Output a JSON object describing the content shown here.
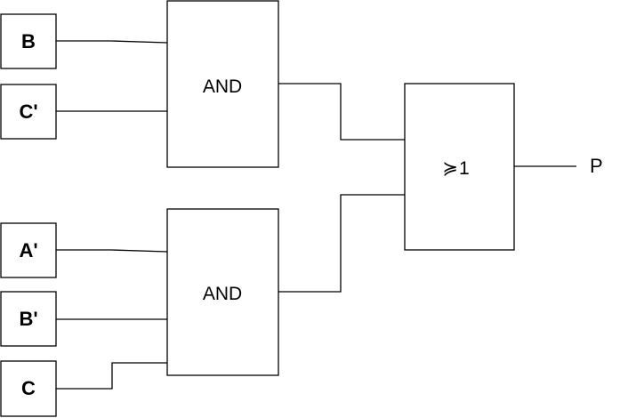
{
  "inputs": {
    "b": "B",
    "c_prime": "C'",
    "a_prime": "A'",
    "b_prime": "B'",
    "c": "C"
  },
  "gates": {
    "and_top": "AND",
    "and_bottom": "AND",
    "or_symbol": "≽",
    "or_number": "1"
  },
  "output": "P"
}
